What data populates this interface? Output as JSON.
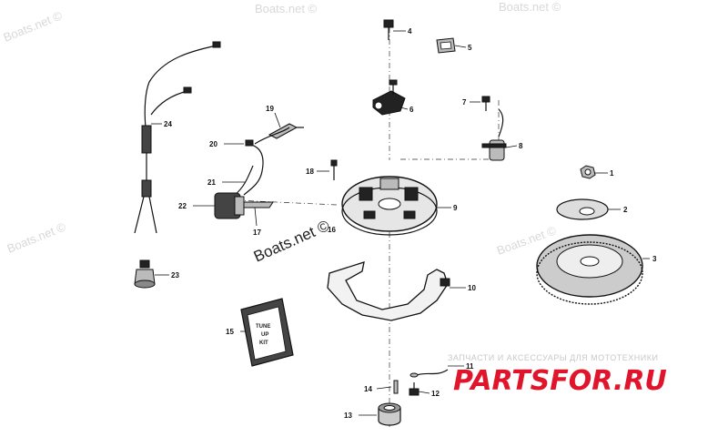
{
  "watermarks": [
    {
      "text": "Boats.net ©"
    },
    {
      "text": "Boats.net ©"
    },
    {
      "text": "Boats.net ©"
    },
    {
      "text": "Boats.net ©"
    },
    {
      "text": "Boats.net ©"
    }
  ],
  "center_watermark": "Boats.net ©",
  "callouts": [
    "1",
    "2",
    "3",
    "4",
    "5",
    "6",
    "7",
    "8",
    "9",
    "10",
    "11",
    "12",
    "13",
    "14",
    "15",
    "16",
    "17",
    "18",
    "19",
    "20",
    "21",
    "22",
    "23",
    "24"
  ],
  "kit_label": [
    "TUNE",
    "UP",
    "KIT"
  ],
  "brand": {
    "tagline": "ЗАПЧАСТИ И АКСЕССУАРЫ ДЛЯ МОТОТЕХНИКИ",
    "logo": "PARTSFOR.RU",
    "primary_color": "#e0142a"
  }
}
